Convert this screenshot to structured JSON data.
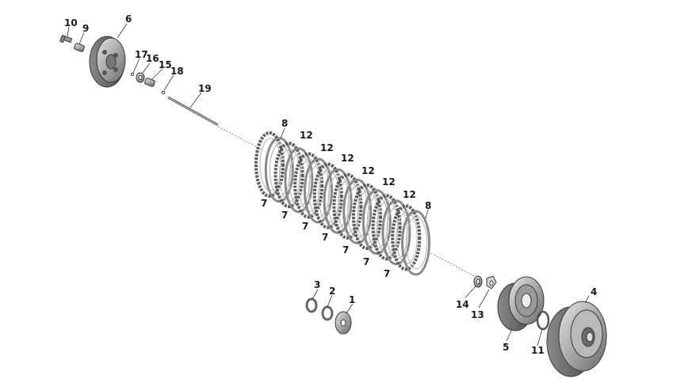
{
  "callouts": {
    "c1": "1",
    "c2": "2",
    "c3": "3",
    "c4": "4",
    "c5": "5",
    "c6": "6",
    "c7": "7",
    "c8": "8",
    "c9": "9",
    "c10": "10",
    "c11": "11",
    "c12": "12",
    "c13": "13",
    "c14": "14",
    "c15": "15",
    "c16": "16",
    "c17": "17",
    "c18": "18",
    "c19": "19"
  },
  "colors": {
    "metal_light": "#c8c8c8",
    "metal_mid": "#9a9a9a",
    "metal_dark": "#5a5a5a",
    "line": "#333333"
  }
}
